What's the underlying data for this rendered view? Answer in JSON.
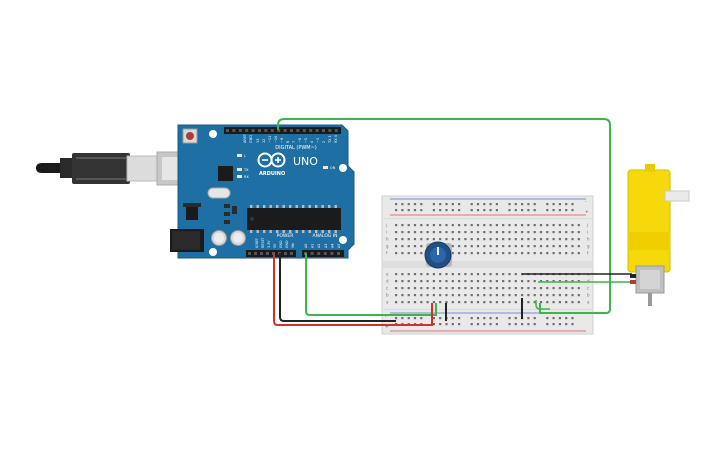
{
  "board": {
    "model": "UNO",
    "brand": "ARDUINO",
    "digital_label": "DIGITAL (PWM~)",
    "power_label": "POWER",
    "analog_label": "ANALOG IN",
    "aref": "AREF",
    "gnd": "GND",
    "digital_pins": [
      "13",
      "12",
      "~11",
      "~10",
      "~9",
      "8",
      "7",
      "~6",
      "~5",
      "4",
      "~3",
      "2",
      "TX 1",
      "RX 0"
    ],
    "power_pins": [
      "IOREF",
      "RESET",
      "3.3V",
      "5V",
      "GND",
      "GND",
      "Vin"
    ],
    "analog_pins": [
      "A0",
      "A1",
      "A2",
      "A3",
      "A4",
      "A5"
    ],
    "tx": "TX",
    "rx": "RX",
    "l": "L",
    "on": "ON"
  },
  "breadboard": {
    "row_letters": [
      "a",
      "b",
      "c",
      "d",
      "e",
      "f",
      "g",
      "h",
      "i",
      "j"
    ],
    "rail_plus": "+",
    "rail_minus": "-"
  },
  "colors": {
    "board": "#1e6fa3",
    "board_dark": "#135a86",
    "wire_green": "#3cb54a",
    "wire_red": "#d32f2f",
    "wire_black": "#222222",
    "motor_yellow": "#f5d90a",
    "pot_blue": "#1f4f86"
  },
  "icons": {
    "usb_cable": "usb-cable-icon",
    "potentiometer": "potentiometer-icon",
    "dc_motor": "dc-gear-motor-icon"
  }
}
